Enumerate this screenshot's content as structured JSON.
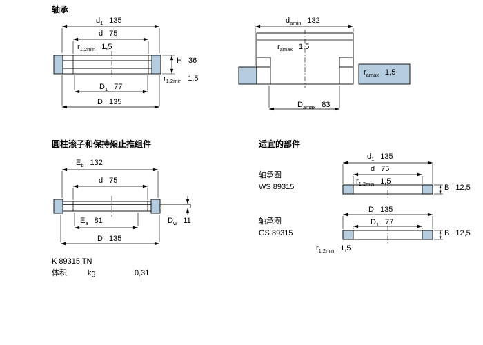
{
  "colors": {
    "steel_blue": "#b5cdde",
    "line": "#000000",
    "background": "#ffffff"
  },
  "sections": {
    "bearing": {
      "title": "轴承",
      "dims": {
        "d1": {
          "base": "d",
          "sub": "1",
          "value": "135"
        },
        "d": {
          "base": "d",
          "value": "75"
        },
        "r_top": {
          "base": "r",
          "sub": "1,2min",
          "value": "1,5"
        },
        "H": {
          "base": "H",
          "value": "36"
        },
        "r_bot": {
          "base": "r",
          "sub": "1,2min",
          "value": "1,5"
        },
        "D1": {
          "base": "D",
          "sub": "1",
          "value": "77"
        },
        "D": {
          "base": "D",
          "value": "135"
        }
      }
    },
    "abutment": {
      "dims": {
        "damin": {
          "base": "d",
          "sub": "amin",
          "value": "132"
        },
        "ra_top": {
          "base": "r",
          "sub": "amax",
          "value": "1,5"
        },
        "ra_right": {
          "base": "r",
          "sub": "amax",
          "value": "1,5"
        },
        "Damax": {
          "base": "D",
          "sub": "amax",
          "value": "83"
        }
      }
    },
    "assembly": {
      "title": "圆柱滚子和保持架止推组件",
      "dims": {
        "Eb": {
          "base": "E",
          "sub": "b",
          "value": "132"
        },
        "d": {
          "base": "d",
          "value": "75"
        },
        "Dw": {
          "base": "D",
          "sub": "w",
          "value": "11"
        },
        "Ea": {
          "base": "E",
          "sub": "a",
          "value": "81"
        },
        "D": {
          "base": "D",
          "value": "135"
        }
      },
      "designation": "K 89315 TN",
      "mass_label": "体积",
      "mass_unit": "kg",
      "mass_value": "0,31"
    },
    "parts": {
      "title": "适宜的部件",
      "ws": {
        "label": "轴承圈",
        "designation": "WS 89315",
        "dims": {
          "d1": {
            "base": "d",
            "sub": "1",
            "value": "135"
          },
          "d": {
            "base": "d",
            "value": "75"
          },
          "r": {
            "base": "r",
            "sub": "1,2min",
            "value": "1,5"
          },
          "B": {
            "base": "B",
            "value": "12,5"
          }
        }
      },
      "gs": {
        "label": "轴承圈",
        "designation": "GS 89315",
        "dims": {
          "D": {
            "base": "D",
            "value": "135"
          },
          "D1": {
            "base": "D",
            "sub": "1",
            "value": "77"
          },
          "B": {
            "base": "B",
            "value": "12,5"
          },
          "r": {
            "base": "r",
            "sub": "1,2min",
            "value": "1,5"
          }
        }
      }
    }
  }
}
